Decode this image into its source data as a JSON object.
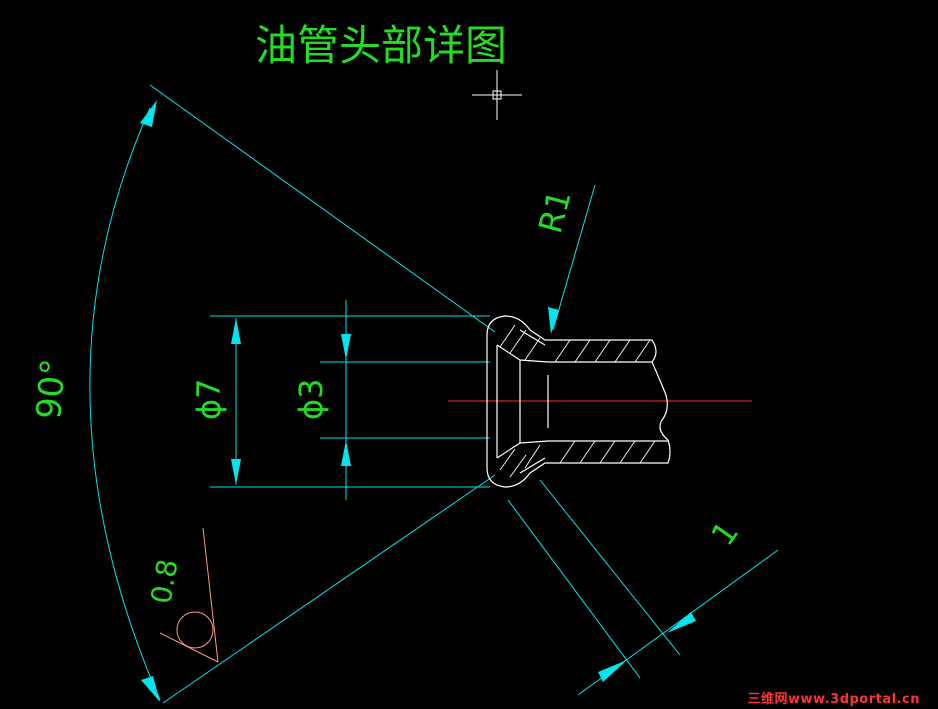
{
  "title": "油管头部详图",
  "dimensions": {
    "angle": "90°",
    "outer_diameter": "ϕ7",
    "inner_diameter": "ϕ3",
    "radius": "R1",
    "roughness": "0.8",
    "wall": "1"
  },
  "watermark": "三维网www.3dportal.cn",
  "colors": {
    "background": "#000000",
    "dimension_lines": "#00e5ee",
    "text": "#22dd22",
    "part_outline": "#ffffff",
    "center_line": "#ff2a2a",
    "watermark": "#ff3333"
  }
}
